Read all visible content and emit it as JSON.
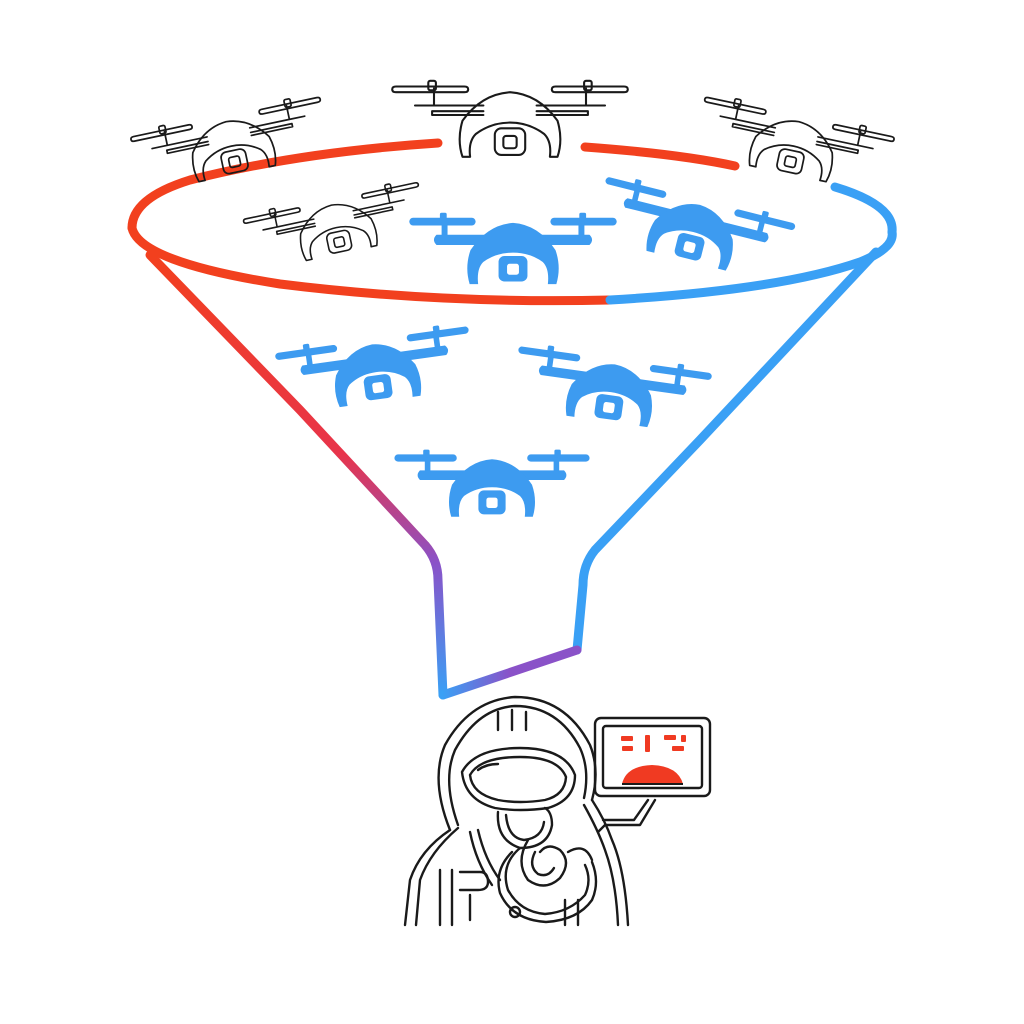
{
  "colors": {
    "background": "#ffffff",
    "outline_drone": "#1a1a1a",
    "filtered_drone": "#3d9bf0",
    "filtered_drone_alt": "#6b8df2",
    "funnel_red": "#f2401e",
    "funnel_orange": "#f5582a",
    "funnel_blue": "#3aa0f5",
    "funnel_purple": "#8a52c8",
    "gauge_red": "#f03a22",
    "operator_outline": "#1a1a1a"
  },
  "elements": {
    "outside_drones": [
      {
        "name": "drone-outside-top-center-icon",
        "style": "outline"
      },
      {
        "name": "drone-outside-top-left-icon",
        "style": "outline"
      },
      {
        "name": "drone-outside-top-right-icon",
        "style": "outline"
      },
      {
        "name": "drone-rim-left-icon",
        "style": "outline"
      }
    ],
    "filtered_drones": [
      {
        "name": "drone-rim-center-icon",
        "style": "filled"
      },
      {
        "name": "drone-rim-right-icon",
        "style": "filled"
      },
      {
        "name": "drone-funnel-left-icon",
        "style": "filled"
      },
      {
        "name": "drone-funnel-right-icon",
        "style": "filled"
      },
      {
        "name": "drone-funnel-bottom-icon",
        "style": "filled"
      }
    ],
    "operator": {
      "icon": "helmeted-operator-icon",
      "monitor": "sad-face-monitor-icon"
    },
    "funnel": {
      "icon": "funnel-icon"
    }
  }
}
